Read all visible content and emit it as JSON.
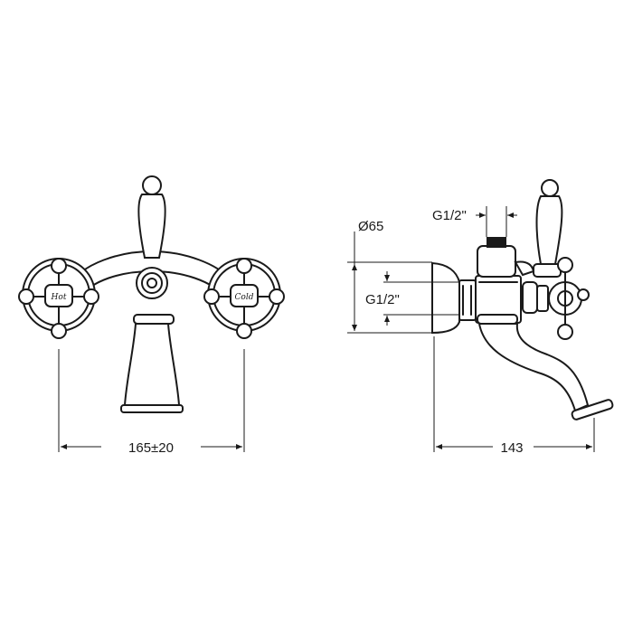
{
  "front_view": {
    "width_dimension": "165±20",
    "hot_marking": "Hot",
    "cold_marking": "Cold"
  },
  "side_view": {
    "diameter_label": "Ø65",
    "top_thread_label": "G1/2\"",
    "inlet_thread_label": "G1/2\"",
    "projection_dimension": "143"
  }
}
